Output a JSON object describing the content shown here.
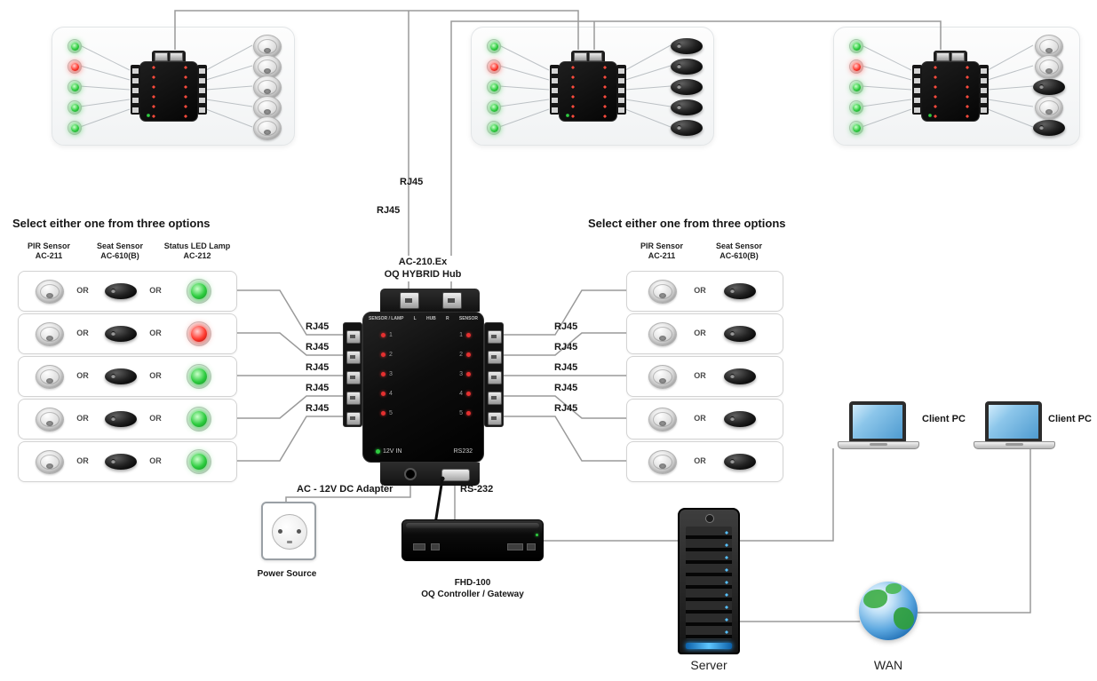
{
  "top_section": {
    "clusters": [
      {
        "leds": [
          "green",
          "red",
          "green",
          "green",
          "green"
        ],
        "devices": [
          "pir",
          "pir",
          "pir",
          "pir",
          "pir"
        ]
      },
      {
        "leds": [
          "green",
          "red",
          "green",
          "green",
          "green"
        ],
        "devices": [
          "seat",
          "seat",
          "seat",
          "seat",
          "seat"
        ]
      },
      {
        "leds": [
          "green",
          "red",
          "green",
          "green",
          "green"
        ],
        "devices": [
          "pir",
          "pir",
          "seat",
          "pir",
          "seat"
        ]
      }
    ]
  },
  "hub": {
    "title": "AC-210.Ex\nOQ HYBRID Hub",
    "panel_labels": [
      "SENSOR / LAMP",
      "L",
      "HUB",
      "R",
      "SENSOR"
    ],
    "channel_numbers": [
      "1",
      "2",
      "3",
      "4",
      "5"
    ],
    "power_label": "12V IN",
    "serial_label": "RS232"
  },
  "options": {
    "left_title": "Select either one from three options",
    "right_title": "Select either one from three options",
    "columns": {
      "pir": "PIR Sensor\nAC-211",
      "seat": "Seat Sensor\nAC-610(B)",
      "led": "Status LED Lamp\nAC-212"
    },
    "or": "OR",
    "left_led_colors": [
      "green",
      "red",
      "green",
      "green",
      "green"
    ]
  },
  "labels": {
    "rj45": "RJ45",
    "adapter": "AC - 12V DC Adapter",
    "rs232": "RS-232",
    "power_source": "Power Source",
    "controller": "FHD-100\nOQ Controller / Gateway",
    "server": "Server",
    "wan": "WAN",
    "client_pc": "Client PC"
  }
}
